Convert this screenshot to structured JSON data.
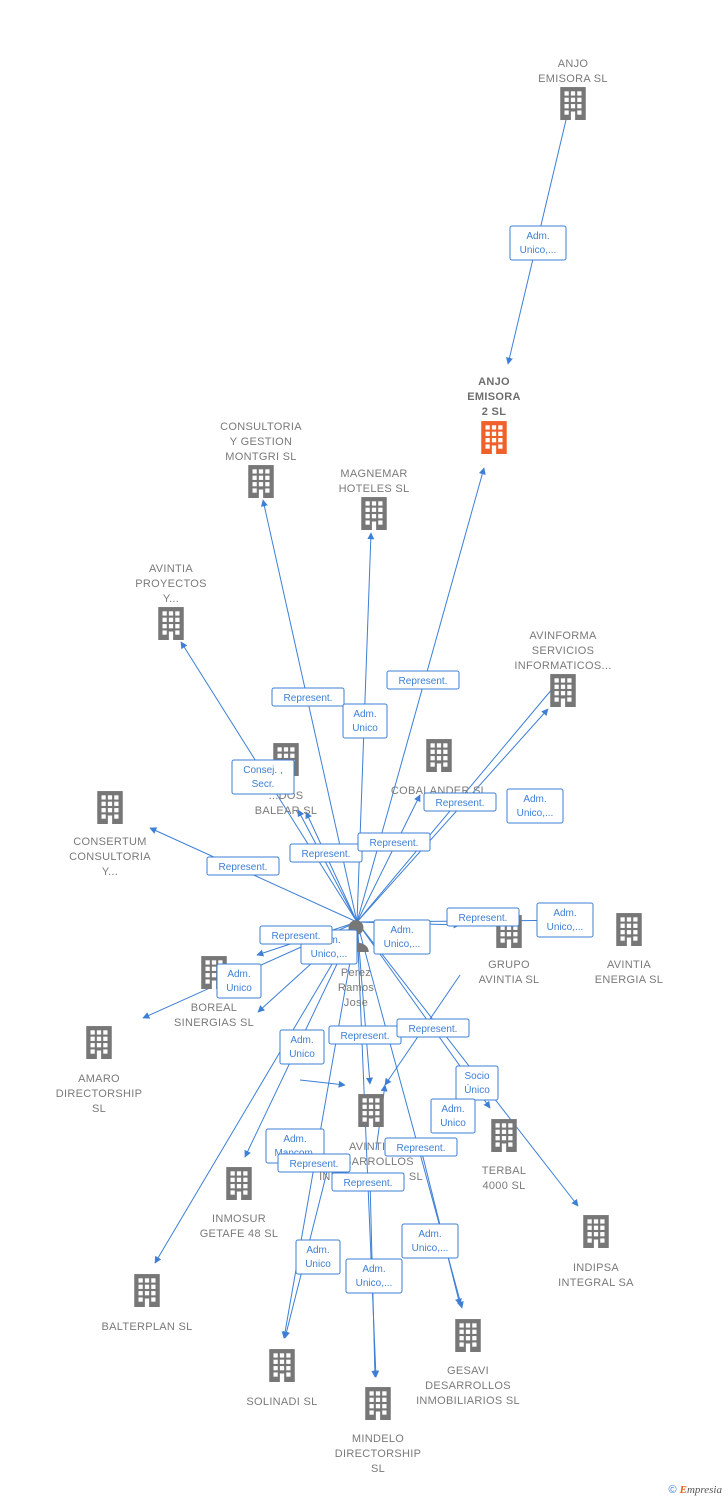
{
  "colors": {
    "company": "#777777",
    "focus": "#f0602a",
    "person": "#777777",
    "edge": "#3d7fd6"
  },
  "nodes": [
    {
      "id": "anjo1",
      "type": "company",
      "label": [
        "ANJO",
        "EMISORA SL"
      ]
    },
    {
      "id": "anjo2",
      "type": "focus",
      "label": [
        "ANJO",
        "EMISORA",
        "2 SL"
      ]
    },
    {
      "id": "montgri",
      "type": "company",
      "label": [
        "CONSULTORIA",
        "Y GESTION",
        "MONTGRI SL"
      ]
    },
    {
      "id": "magnemar",
      "type": "company",
      "label": [
        "MAGNEMAR",
        "HOTELES SL"
      ]
    },
    {
      "id": "avproy",
      "type": "company",
      "label": [
        "AVINTIA",
        "PROYECTOS",
        "Y..."
      ]
    },
    {
      "id": "avinforma",
      "type": "company",
      "label": [
        "AVINFORMA",
        "SERVICIOS",
        "INFORMATICOS..."
      ]
    },
    {
      "id": "balear",
      "type": "company",
      "label": [
        "...DOS",
        "BALEAR SL"
      ]
    },
    {
      "id": "cobalander",
      "type": "company",
      "label": [
        "COBALANDER SL"
      ]
    },
    {
      "id": "consertum",
      "type": "company",
      "label": [
        "CONSERTUM",
        "CONSULTORIA",
        "Y..."
      ]
    },
    {
      "id": "grupo",
      "type": "company",
      "label": [
        "GRUPO",
        "AVINTIA SL"
      ]
    },
    {
      "id": "energia",
      "type": "company",
      "label": [
        "AVINTIA",
        "ENERGIA SL"
      ]
    },
    {
      "id": "boreal",
      "type": "company",
      "label": [
        "BOREAL",
        "SINERGIAS SL"
      ]
    },
    {
      "id": "amaro",
      "type": "company",
      "label": [
        "AMARO",
        "DIRECTORSHIP",
        "SL"
      ]
    },
    {
      "id": "avdes",
      "type": "company",
      "label": [
        "AVINTIA",
        "DESARROLLOS",
        "INMOBILIARIOS SL"
      ]
    },
    {
      "id": "terbal",
      "type": "company",
      "label": [
        "TERBAL",
        "4000 SL"
      ]
    },
    {
      "id": "indipsa",
      "type": "company",
      "label": [
        "INDIPSA",
        "INTEGRAL SA"
      ]
    },
    {
      "id": "inmosur",
      "type": "company",
      "label": [
        "INMOSUR",
        "GETAFE 48 SL"
      ]
    },
    {
      "id": "balterplan",
      "type": "company",
      "label": [
        "BALTERPLAN SL"
      ]
    },
    {
      "id": "solinadi",
      "type": "company",
      "label": [
        "SOLINADI SL"
      ]
    },
    {
      "id": "gesavi",
      "type": "company",
      "label": [
        "GESAVI",
        "DESARROLLOS",
        "INMOBILIARIOS SL"
      ]
    },
    {
      "id": "mindelo",
      "type": "company",
      "label": [
        "MINDELO",
        "DIRECTORSHIP",
        "SL"
      ]
    },
    {
      "id": "person",
      "type": "person",
      "label": [
        "Perez",
        "Ramos",
        "Jose"
      ]
    }
  ],
  "roles": [
    {
      "lines": [
        "Adm.",
        "Unico,..."
      ]
    },
    {
      "lines": [
        "Represent."
      ]
    },
    {
      "lines": [
        "Adm.",
        "Unico"
      ]
    },
    {
      "lines": [
        "Represent."
      ]
    },
    {
      "lines": [
        "Consej. ,",
        "Secr."
      ]
    },
    {
      "lines": [
        "Represent."
      ]
    },
    {
      "lines": [
        "Adm.",
        "Unico,..."
      ]
    },
    {
      "lines": [
        "Represent."
      ]
    },
    {
      "lines": [
        "Represent."
      ]
    },
    {
      "lines": [
        "Represent."
      ]
    },
    {
      "lines": [
        "Adm.",
        "Unico,..."
      ]
    },
    {
      "lines": [
        "Represent."
      ]
    },
    {
      "lines": [
        "Adm.",
        "Unico,..."
      ]
    },
    {
      "lines": [
        "Adm.",
        "Unico,..."
      ]
    },
    {
      "lines": [
        "Adm.",
        "Unico"
      ]
    },
    {
      "lines": [
        "Represent."
      ]
    },
    {
      "lines": [
        "Represent."
      ]
    },
    {
      "lines": [
        "Adm.",
        "Unico"
      ]
    },
    {
      "lines": [
        "Socio",
        "Único"
      ]
    },
    {
      "lines": [
        "Adm.",
        "Unico"
      ]
    },
    {
      "lines": [
        "Represent."
      ]
    },
    {
      "lines": [
        "Adm.",
        "Mancom."
      ]
    },
    {
      "lines": [
        "Represent."
      ]
    },
    {
      "lines": [
        "Represent."
      ]
    },
    {
      "lines": [
        "Adm.",
        "Unico"
      ]
    },
    {
      "lines": [
        "Adm.",
        "Unico,..."
      ]
    },
    {
      "lines": [
        "Adm.",
        "Unico,..."
      ]
    },
    {
      "lines": [
        "Represent."
      ]
    }
  ],
  "footer": {
    "copyright": "©",
    "brand_e": "E",
    "brand_rest": "mpresia"
  }
}
